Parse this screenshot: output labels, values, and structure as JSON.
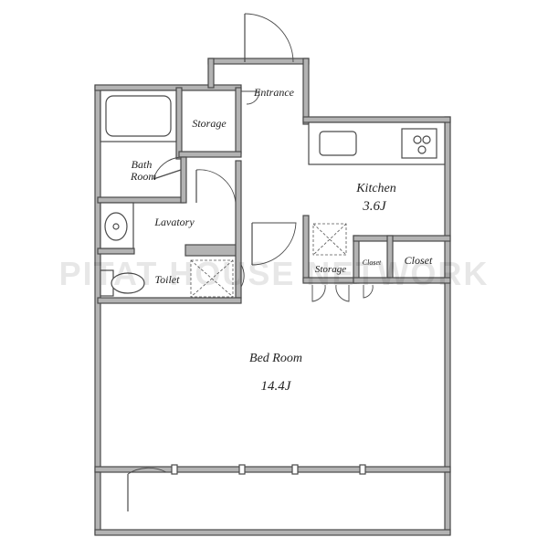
{
  "rooms": {
    "entrance": "Entrance",
    "storage_top": "Storage",
    "bath_line1": "Bath",
    "bath_line2": "Room",
    "lavatory": "Lavatory",
    "toilet": "Toilet",
    "kitchen": "Kitchen",
    "kitchen_size": "3.6J",
    "storage_mid": "Storage",
    "closet_small": "Closet",
    "closet": "Closet",
    "bedroom": "Bed Room",
    "bedroom_size": "14.4J"
  },
  "watermark": "PITAT HOUSE NETWORK"
}
